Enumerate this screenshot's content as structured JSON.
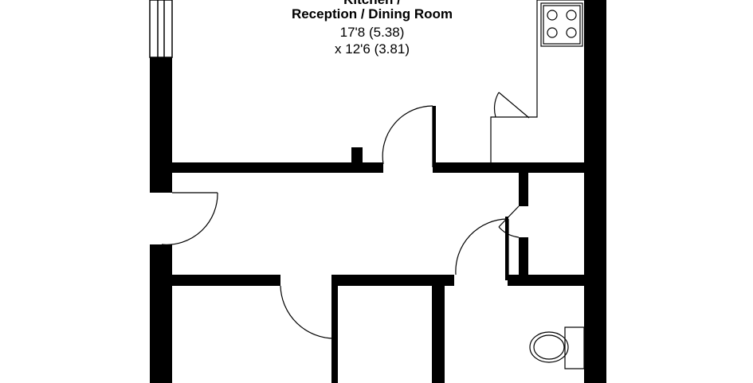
{
  "rooms": [
    {
      "name_line1": "Kitchen /",
      "name_line2": "Reception / Dining Room",
      "dim_line1": "17'8 (5.38)",
      "dim_line2": "x 12'6 (3.81)"
    }
  ],
  "colors": {
    "wall": "#000000",
    "background": "#ffffff",
    "line": "#000000"
  }
}
